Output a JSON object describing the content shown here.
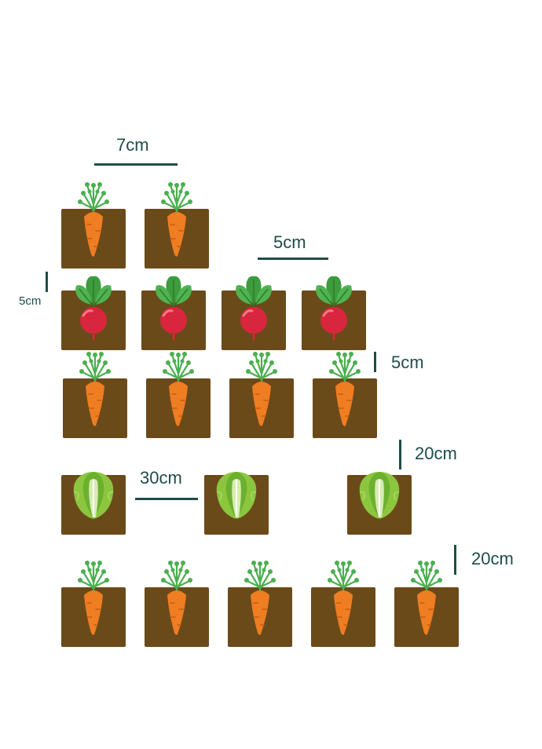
{
  "colors": {
    "soil": "#6b4a1a",
    "measure": "#1e4d47",
    "carrot": "#ef7d22",
    "carrot_top": "#4caf50",
    "beet": "#d7263d",
    "beet_leaf": "#3e9b3e",
    "lettuce": "#8cc63f",
    "lettuce_light": "#d7ecb0"
  },
  "measurements": {
    "carrot_row_spacing": "7cm",
    "radish_plant_spacing": "5cm",
    "radish_row_gap": "5cm",
    "carrot_row_gap": "5cm",
    "lettuce_plant_spacing": "30cm",
    "lettuce_row_gap": "20cm",
    "bottom_carrot_row_gap": "20cm"
  },
  "rows": [
    {
      "plant": "carrot",
      "icon": "carrot-icon",
      "count": 2
    },
    {
      "plant": "radish",
      "icon": "radish-icon",
      "count": 4
    },
    {
      "plant": "carrot",
      "icon": "carrot-icon",
      "count": 4
    },
    {
      "plant": "lettuce",
      "icon": "lettuce-icon",
      "count": 3
    },
    {
      "plant": "carrot",
      "icon": "carrot-icon",
      "count": 5
    }
  ]
}
